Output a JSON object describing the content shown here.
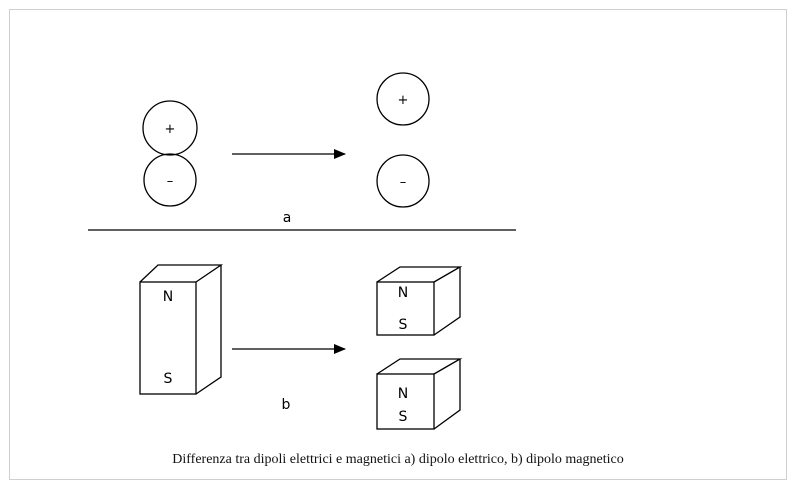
{
  "figure": {
    "caption": "Differenza tra dipoli elettrici e magnetici a) dipolo elettrico, b) dipolo magnetico",
    "part_a_label": "a",
    "part_b_label": "b",
    "charge_plus": "+",
    "charge_minus": "–",
    "magnet_north": "N",
    "magnet_south": "S"
  }
}
